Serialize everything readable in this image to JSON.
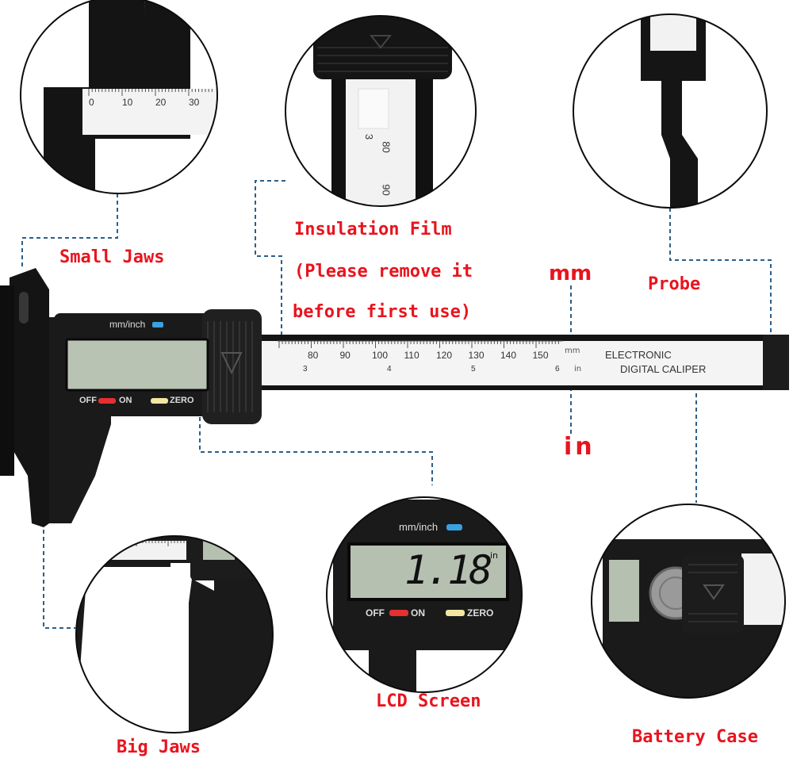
{
  "labels": {
    "small_jaws": "Small Jaws",
    "insulation_line1": "Insulation Film",
    "insulation_line2": "(Please remove it",
    "insulation_line3": "before first use)",
    "probe": "Probe",
    "mm": "mm",
    "in": "in",
    "lcd_screen": "LCD Screen",
    "big_jaws": "Big Jaws",
    "battery_case": "Battery Case"
  },
  "caliper": {
    "mode_label": "mm/inch",
    "off_label": "OFF",
    "on_label": "ON",
    "zero_label": "ZERO",
    "brand_line1": "ELECTRONIC",
    "brand_line2": "DIGITAL CALIPER",
    "unit_mm": "mm",
    "unit_in": "in",
    "mm_scale": [
      "80",
      "90",
      "100",
      "110",
      "120",
      "130",
      "140",
      "150"
    ],
    "inch_scale": [
      "3",
      "4",
      "5",
      "6"
    ]
  },
  "lcd_detail": {
    "reading": "1.18",
    "unit": "in",
    "mode_label": "mm/inch",
    "off_label": "OFF",
    "on_label": "ON",
    "zero_label": "ZERO"
  },
  "small_jaws_detail": {
    "scale": [
      "0",
      "10",
      "20",
      "30"
    ]
  },
  "insulation_detail": {
    "scale": [
      "3",
      "80",
      "90"
    ]
  },
  "colors": {
    "label_red": "#e8141e",
    "body_black": "#161616",
    "lcd_green": "#b9c3b4",
    "on_red": "#e53030",
    "zero_yellow": "#f2e6a2",
    "mode_blue": "#3aa0e0",
    "leader_blue": "#2b5f8a"
  }
}
